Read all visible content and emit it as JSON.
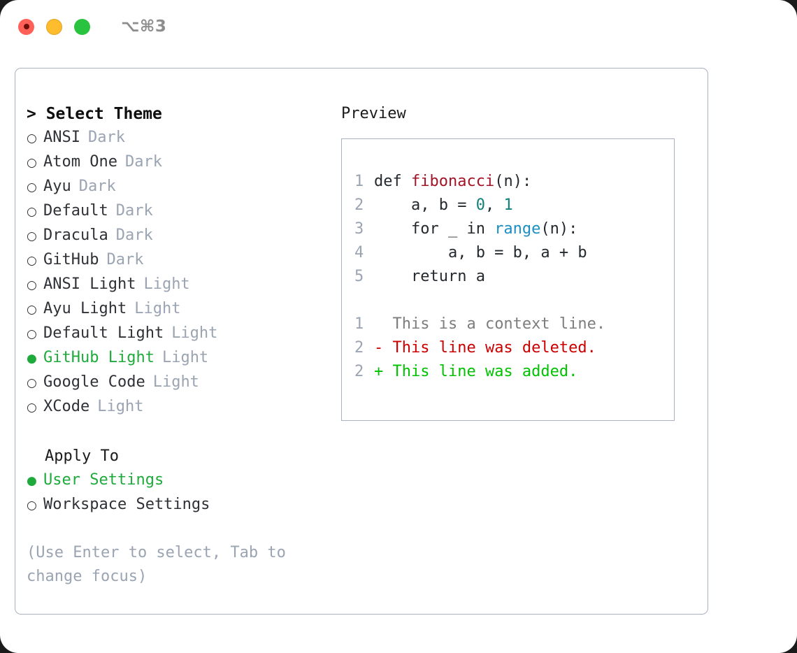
{
  "titlebar": {
    "shortcut": "⌥⌘3",
    "lights": [
      "close",
      "minimize",
      "maximize"
    ]
  },
  "theme_picker": {
    "title": "> Select Theme",
    "options": [
      {
        "bullet": "○",
        "label": "ANSI",
        "tag": "Dark",
        "selected": false
      },
      {
        "bullet": "○",
        "label": "Atom One",
        "tag": "Dark",
        "selected": false
      },
      {
        "bullet": "○",
        "label": "Ayu",
        "tag": "Dark",
        "selected": false
      },
      {
        "bullet": "○",
        "label": "Default",
        "tag": "Dark",
        "selected": false
      },
      {
        "bullet": "○",
        "label": "Dracula",
        "tag": "Dark",
        "selected": false
      },
      {
        "bullet": "○",
        "label": "GitHub",
        "tag": "Dark",
        "selected": false
      },
      {
        "bullet": "○",
        "label": "ANSI Light",
        "tag": "Light",
        "selected": false
      },
      {
        "bullet": "○",
        "label": "Ayu Light",
        "tag": "Light",
        "selected": false
      },
      {
        "bullet": "○",
        "label": "Default Light",
        "tag": "Light",
        "selected": false
      },
      {
        "bullet": "●",
        "label": "GitHub Light",
        "tag": "Light",
        "selected": true
      },
      {
        "bullet": "○",
        "label": "Google Code",
        "tag": "Light",
        "selected": false
      },
      {
        "bullet": "○",
        "label": "XCode",
        "tag": "Light",
        "selected": false
      }
    ]
  },
  "apply_to": {
    "title": "Apply To",
    "options": [
      {
        "bullet": "●",
        "label": "User Settings",
        "selected": true
      },
      {
        "bullet": "○",
        "label": "Workspace Settings",
        "selected": false
      }
    ]
  },
  "hint": "(Use Enter to select, Tab to change focus)",
  "preview": {
    "title": "Preview",
    "code_lines": [
      {
        "no": "1",
        "tokens": [
          {
            "t": "def ",
            "c": "code-text"
          },
          {
            "t": "fibonacci",
            "c": "tok-fn"
          },
          {
            "t": "(n):",
            "c": "code-text"
          }
        ]
      },
      {
        "no": "2",
        "tokens": [
          {
            "t": "    a, b = ",
            "c": "code-text"
          },
          {
            "t": "0",
            "c": "tok-num"
          },
          {
            "t": ", ",
            "c": "code-text"
          },
          {
            "t": "1",
            "c": "tok-num"
          }
        ]
      },
      {
        "no": "3",
        "tokens": [
          {
            "t": "    for _ in ",
            "c": "code-text"
          },
          {
            "t": "range",
            "c": "tok-call"
          },
          {
            "t": "(n):",
            "c": "code-text"
          }
        ]
      },
      {
        "no": "4",
        "tokens": [
          {
            "t": "        a, b = b, a + b",
            "c": "code-text"
          }
        ]
      },
      {
        "no": "5",
        "tokens": [
          {
            "t": "    return a",
            "c": "code-text"
          }
        ]
      }
    ],
    "diff_lines": [
      {
        "no": "1",
        "marker": " ",
        "text": " This is a context line.",
        "kind": "diff-ctx"
      },
      {
        "no": "2",
        "marker": "-",
        "text": " This line was deleted.",
        "kind": "diff-del"
      },
      {
        "no": "2",
        "marker": "+",
        "text": " This line was added.",
        "kind": "diff-add"
      }
    ]
  },
  "colors": {
    "accent_green": "#1faa3c",
    "muted": "#9aa4b2",
    "border": "#a8b2c0",
    "diff_add": "#00c200",
    "diff_del": "#cc0000",
    "token_function": "#a31426",
    "token_number": "#11807c",
    "token_call": "#1b8fc4"
  }
}
